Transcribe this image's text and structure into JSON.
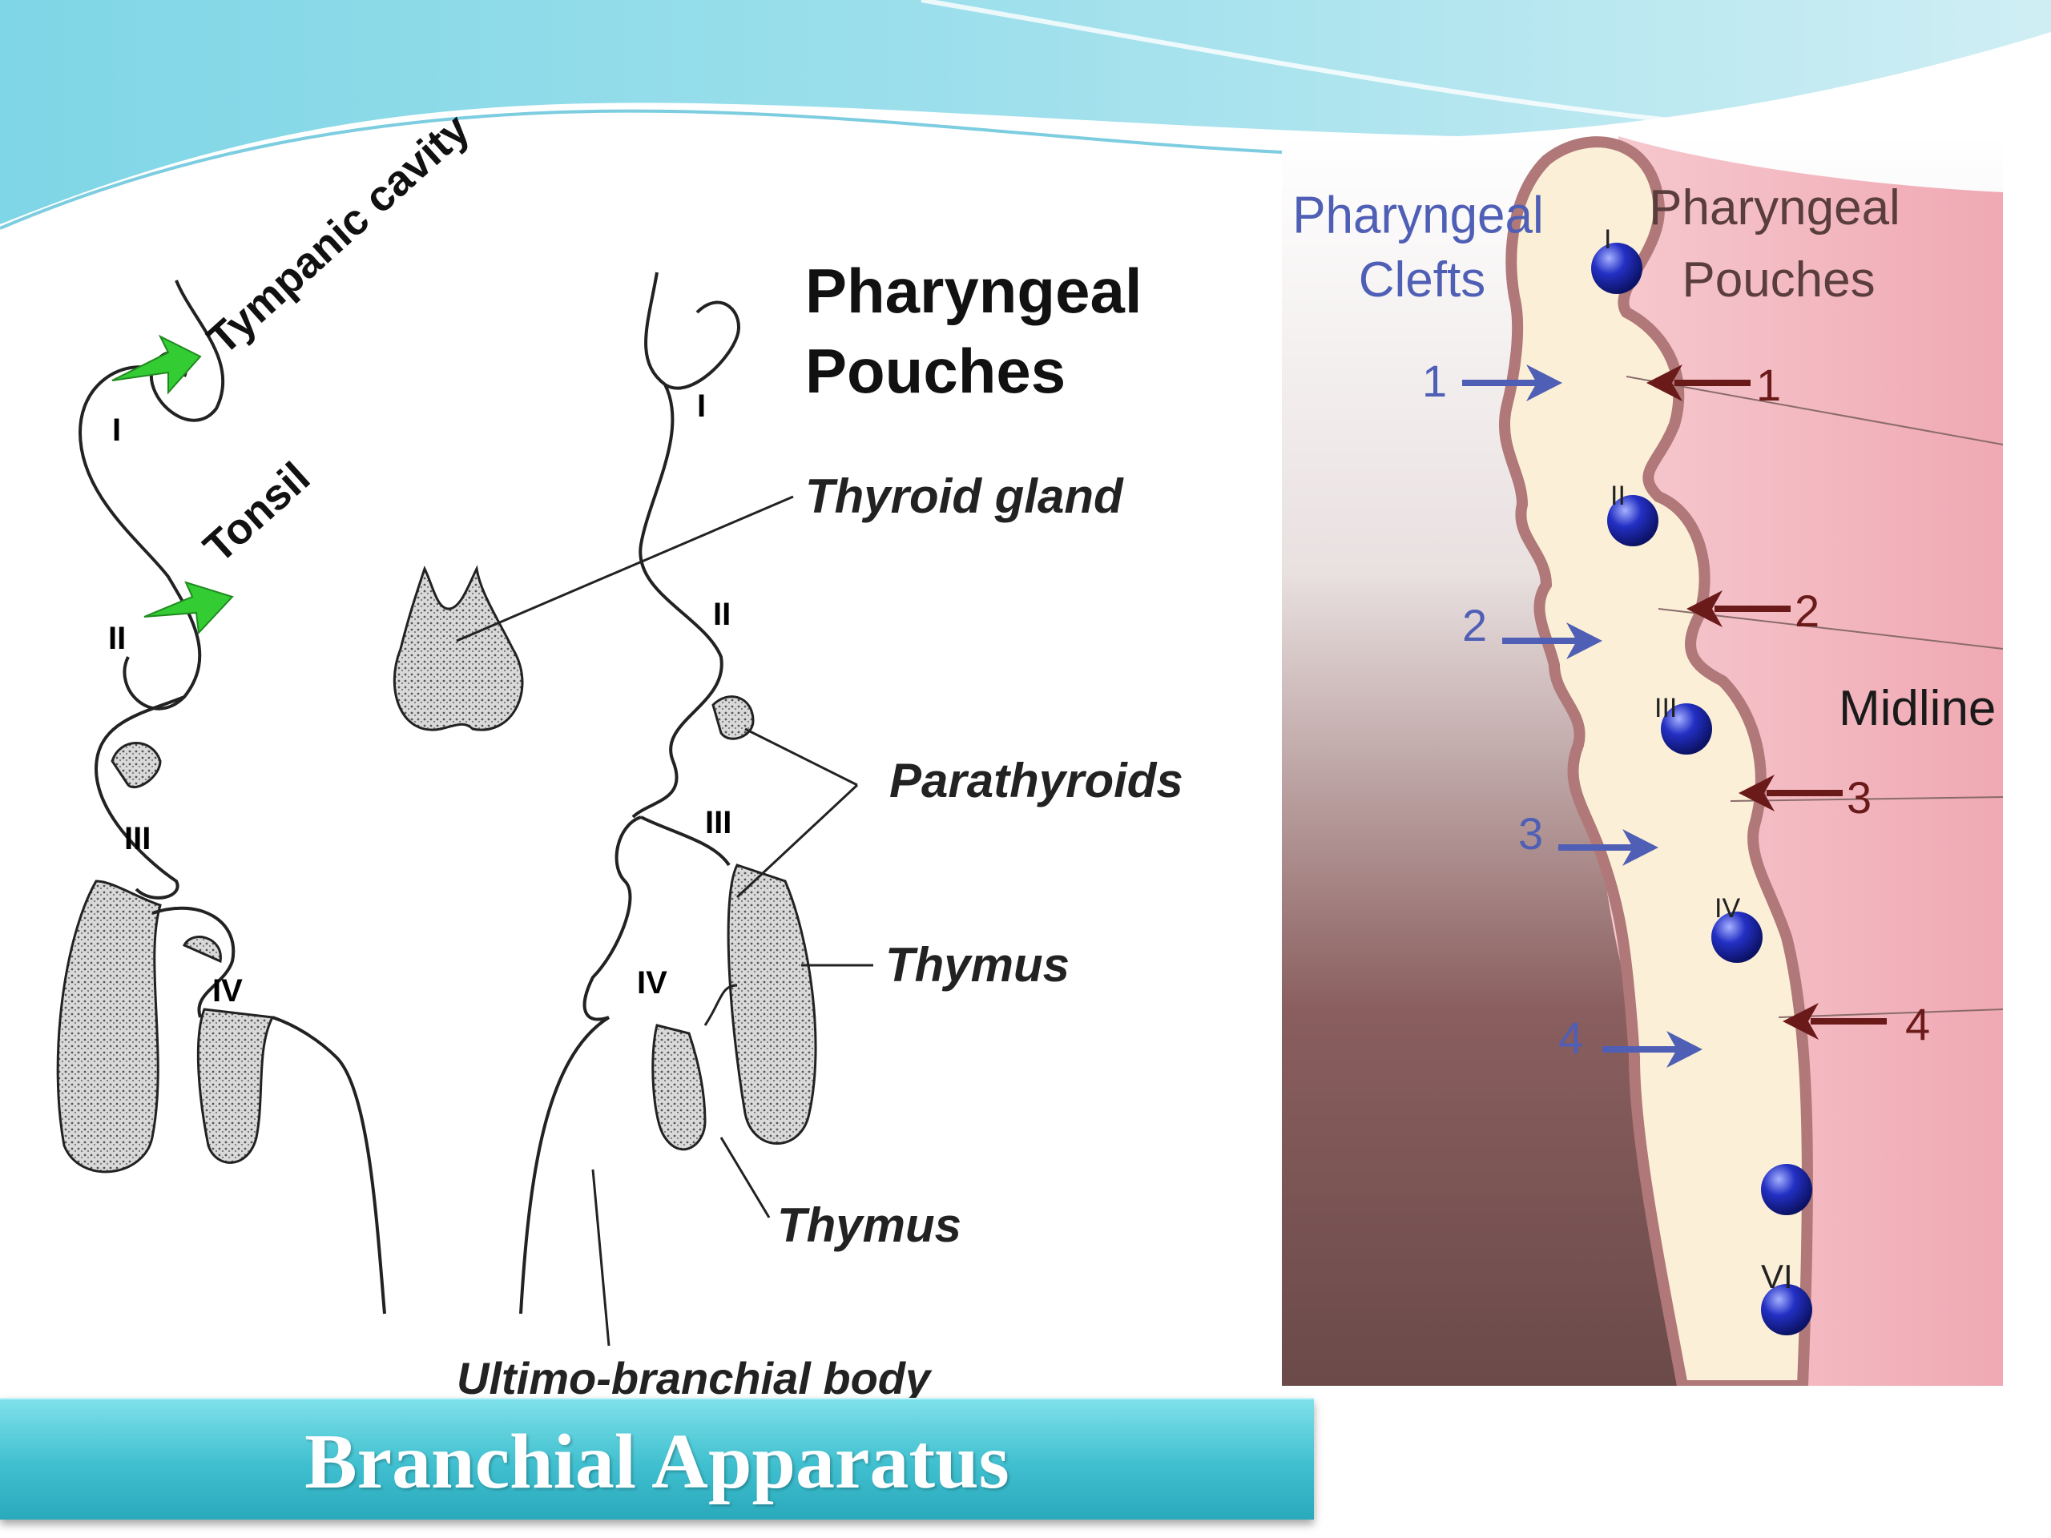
{
  "slide_title": "Branchial Apparatus",
  "left": {
    "heading_line1": "Pharyngeal",
    "heading_line2": "Pouches",
    "labels": {
      "thyroid": "Thyroid gland",
      "parathyroids": "Parathyroids",
      "thymus_upper": "Thymus",
      "thymus_lower": "Thymus",
      "ultimo": "Ultimo-branchial body"
    },
    "annotations": {
      "tympanic": "Tympanic cavity",
      "tonsil": "Tonsil"
    },
    "numerals": {
      "n1": "I",
      "n2": "II",
      "n3": "III",
      "n4": "IV"
    }
  },
  "right": {
    "clefts_line1": "Pharyngeal",
    "clefts_line2": "Clefts",
    "pouches_line1": "Pharyngeal",
    "pouches_line2": "Pouches",
    "midline": "Midline",
    "clefts": [
      "1",
      "2",
      "3",
      "4"
    ],
    "pouches": [
      "1",
      "2",
      "3",
      "4"
    ],
    "arch_numerals": [
      "I",
      "II",
      "III",
      "IV",
      "VI"
    ]
  },
  "colors": {
    "cleft_arrow": "#4f5fb5",
    "pouch_arrow": "#6b1a1a",
    "teal_banner": "#3fbfcf",
    "annotation_arrow": "#33cc33"
  }
}
